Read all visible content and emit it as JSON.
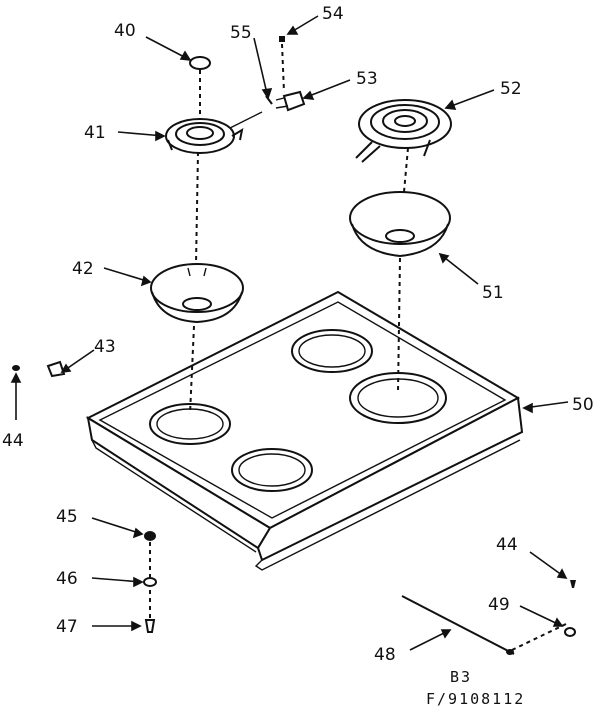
{
  "diagram": {
    "callouts": {
      "p40": "40",
      "p55": "55",
      "p54": "54",
      "p53": "53",
      "p52": "52",
      "p41": "41",
      "p51": "51",
      "p42": "42",
      "p43": "43",
      "p44a": "44",
      "p50": "50",
      "p45": "45",
      "p46": "46",
      "p47": "47",
      "p44b": "44",
      "p49": "49",
      "p48": "48"
    },
    "page_code": "B3",
    "figure_id": "F/9108112"
  }
}
